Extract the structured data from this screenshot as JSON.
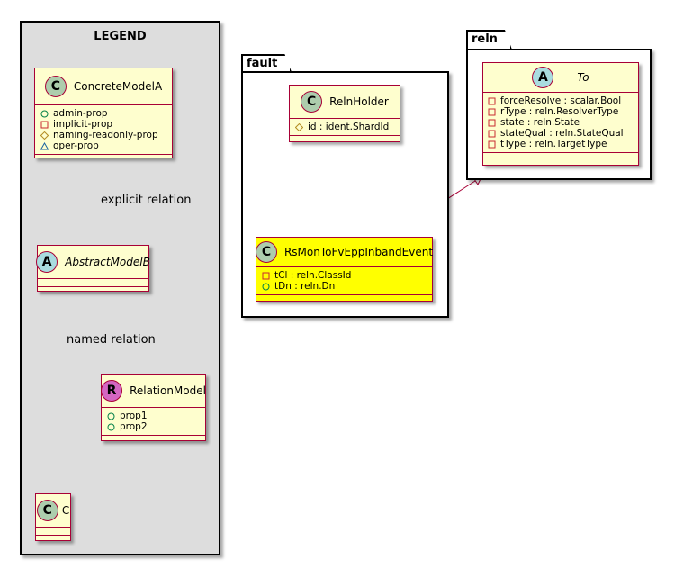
{
  "legend": {
    "title": "LEGEND",
    "concrete": {
      "badge": "C",
      "name": "ConcreteModelA",
      "attrs": [
        {
          "vis": "+",
          "vis_icon": "public-circle-icon",
          "text": "admin-prop"
        },
        {
          "vis": "-",
          "vis_icon": "private-square-icon",
          "text": "implicit-prop"
        },
        {
          "vis": "#",
          "vis_icon": "protected-diamond-icon",
          "text": "naming-readonly-prop"
        },
        {
          "vis": "~",
          "vis_icon": "package-triangle-icon",
          "text": "oper-prop"
        }
      ]
    },
    "explicit_relation_label": "explicit relation",
    "abstract": {
      "badge": "A",
      "name": "AbstractModelB"
    },
    "named_relation_label": "named relation",
    "relation_model": {
      "badge": "R",
      "name": "RelationModel",
      "attrs": [
        {
          "vis": "+",
          "vis_icon": "public-circle-icon",
          "text": "prop1"
        },
        {
          "vis": "+",
          "vis_icon": "public-circle-icon",
          "text": "prop2"
        }
      ]
    },
    "c_class": {
      "badge": "C",
      "name": "C"
    }
  },
  "fault": {
    "package_name": "fault",
    "relnholder": {
      "badge": "C",
      "name": "RelnHolder",
      "attrs": [
        {
          "vis": "#",
          "vis_icon": "protected-diamond-icon",
          "text": "id : ident.ShardId"
        }
      ]
    },
    "event": {
      "badge": "C",
      "name": "RsMonToFvEppInbandEvent",
      "attrs": [
        {
          "vis": "-",
          "vis_icon": "private-square-icon",
          "text": "tCl : reln.ClassId"
        },
        {
          "vis": "+",
          "vis_icon": "public-circle-icon",
          "text": "tDn : reln.Dn"
        }
      ]
    }
  },
  "reln": {
    "package_name": "reln",
    "to": {
      "badge": "A",
      "name": "To",
      "attrs": [
        {
          "vis": "-",
          "vis_icon": "private-square-icon",
          "text": "forceResolve : scalar.Bool"
        },
        {
          "vis": "-",
          "vis_icon": "private-square-icon",
          "text": "rType : reln.ResolverType"
        },
        {
          "vis": "-",
          "vis_icon": "private-square-icon",
          "text": "state : reln.State"
        },
        {
          "vis": "-",
          "vis_icon": "private-square-icon",
          "text": "stateQual : reln.StateQual"
        },
        {
          "vis": "-",
          "vis_icon": "private-square-icon",
          "text": "tType : reln.TargetType"
        }
      ]
    }
  },
  "colors": {
    "class_fill": "#fefece",
    "highlight_fill": "#ffff00",
    "border": "#a80036",
    "legend_bg": "#dddddd",
    "badge_class": "#adcdad",
    "badge_abstract": "#a9dcdf",
    "badge_relation": "#d466c2"
  }
}
